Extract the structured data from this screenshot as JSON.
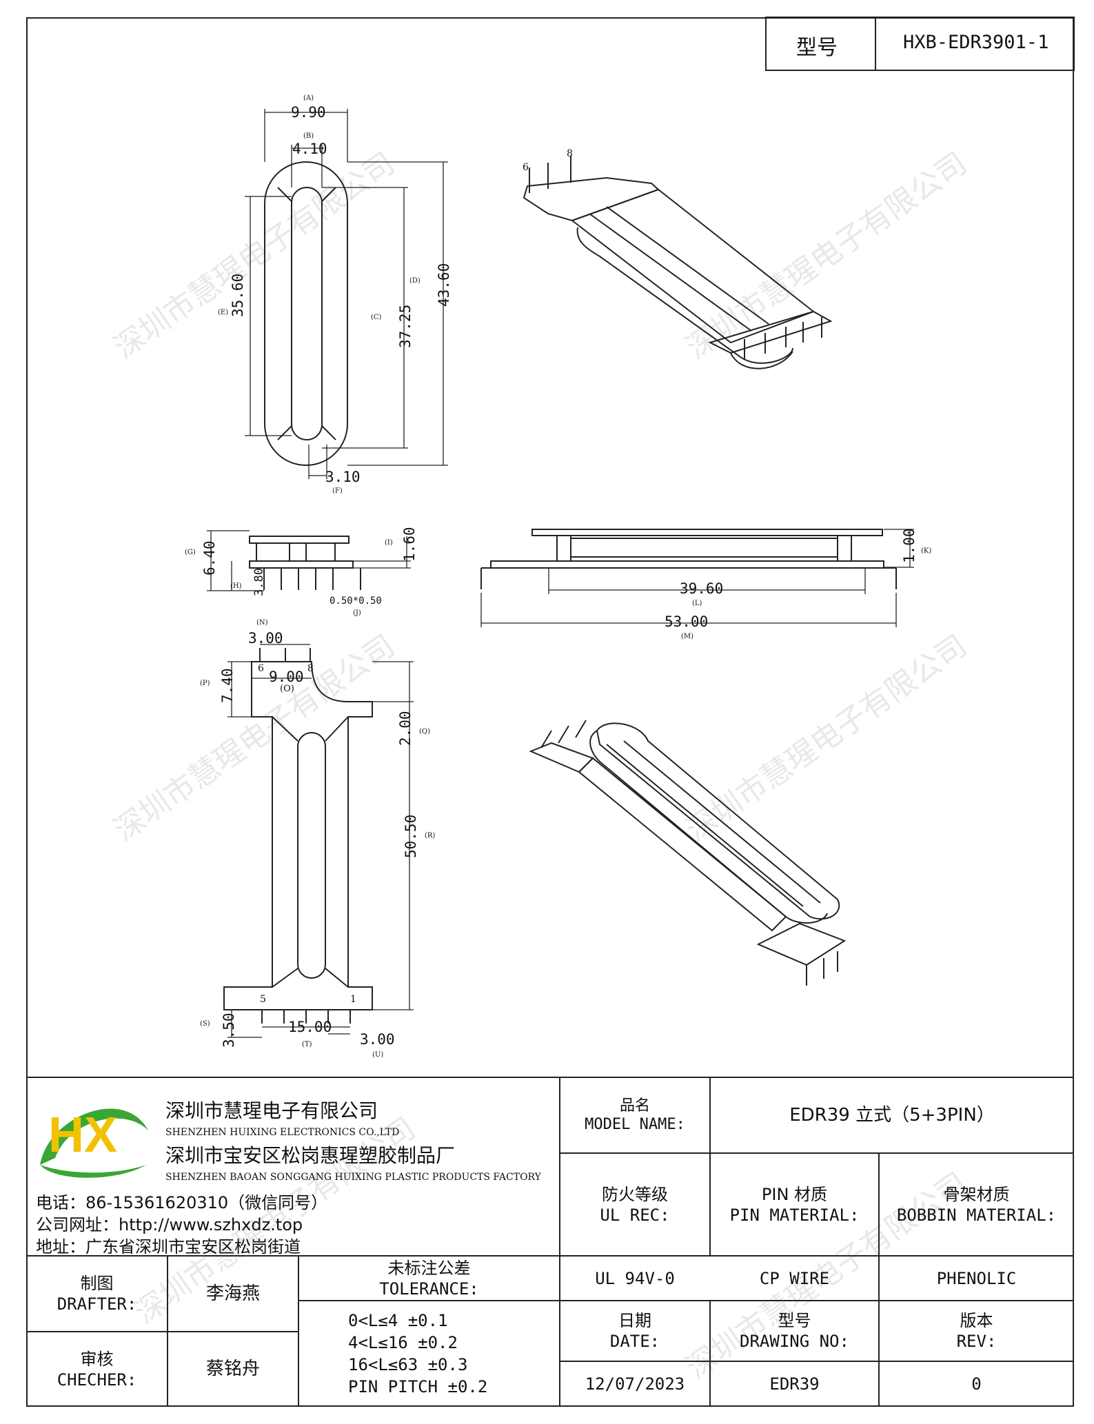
{
  "header": {
    "model_label": "型号",
    "model_value": "HXB-EDR3901-1"
  },
  "watermark": "深圳市慧瑆电子有限公司",
  "top_view": {
    "dims": {
      "a": "9.90",
      "a_tag": "(A)",
      "b": "4.10",
      "b_tag": "(B)",
      "c": "37.25",
      "c_tag": "(C)",
      "d": "43.60",
      "d_tag": "(D)",
      "e": "35.60",
      "e_tag": "(E)",
      "f": "3.10",
      "f_tag": "(F)"
    }
  },
  "iso_top": {
    "pin_6": "6",
    "pin_8": "8"
  },
  "side_view": {
    "dims": {
      "g": "6.40",
      "g_tag": "(G)",
      "h": "3.80",
      "h_tag": "(H)",
      "i": "1.60",
      "i_tag": "(I)",
      "j": "0.50*0.50",
      "j_tag": "(J)"
    }
  },
  "front_view": {
    "dims": {
      "k": "1.00",
      "k_tag": "(K)",
      "l": "39.60",
      "l_tag": "(L)",
      "m": "53.00",
      "m_tag": "(M)"
    }
  },
  "bottom_view": {
    "pin_6": "6",
    "pin_8": "8",
    "pin_5": "5",
    "pin_1": "1",
    "dims": {
      "n": "3.00",
      "n_tag": "(N)",
      "o": "9.00",
      "o_tag": "(O)",
      "p": "7.40",
      "p_tag": "(P)",
      "q": "2.00",
      "q_tag": "(Q)",
      "r": "50.50",
      "r_tag": "(R)",
      "s": "3.50",
      "s_tag": "(S)",
      "t": "15.00",
      "t_tag": "(T)",
      "u": "3.00",
      "u_tag": "(U)"
    }
  },
  "title_block": {
    "company_cn_1": "深圳市慧瑆电子有限公司",
    "company_en_1": "SHENZHEN HUIXING ELECTRONICS CO.,LTD",
    "company_cn_2": "深圳市宝安区松岗惠瑆塑胶制品厂",
    "company_en_2": "SHENZHEN BAOAN SONGGANG HUIXING PLASTIC PRODUCTS FACTORY",
    "phone": "电话：86-15361620310（微信同号）",
    "website": "公司网址：http://www.szhxdz.top",
    "address": "地址：广东省深圳市宝安区松岗街道",
    "logo_text": "HX",
    "model_name_cn": "品名",
    "model_name_en": "MODEL NAME:",
    "model_name_value": "EDR39 立式（5+3PIN）",
    "ul_cn": "防火等级",
    "ul_en": "UL REC:",
    "pin_mat_cn": "PIN 材质",
    "pin_mat_en": "PIN MATERIAL:",
    "bobbin_mat_cn": "骨架材质",
    "bobbin_mat_en": "BOBBIN MATERIAL:",
    "ul_value": "UL 94V-0",
    "pin_mat_value": "CP WIRE",
    "bobbin_mat_value": "PHENOLIC",
    "drafter_cn": "制图",
    "drafter_en": "DRAFTER:",
    "drafter_name": "李海燕",
    "checker_cn": "审核",
    "checker_en": "CHECHER:",
    "checker_name": "蔡铭舟",
    "tolerance_cn": "未标注公差",
    "tolerance_en": "TOLERANCE:",
    "tolerance_lines": [
      "0<L≤4  ±0.1",
      "4<L≤16 ±0.2",
      "16<L≤63 ±0.3",
      "PIN PITCH ±0.2"
    ],
    "date_cn": "日期",
    "date_en": "DATE:",
    "drawing_no_cn": "型号",
    "drawing_no_en": "DRAWING NO:",
    "rev_cn": "版本",
    "rev_en": "REV:",
    "date_value": "12/07/2023",
    "drawing_no_value": "EDR39",
    "rev_value": "0"
  },
  "colors": {
    "logo_green": "#3aa635",
    "logo_yellow": "#f2c200",
    "line": "#222222"
  }
}
